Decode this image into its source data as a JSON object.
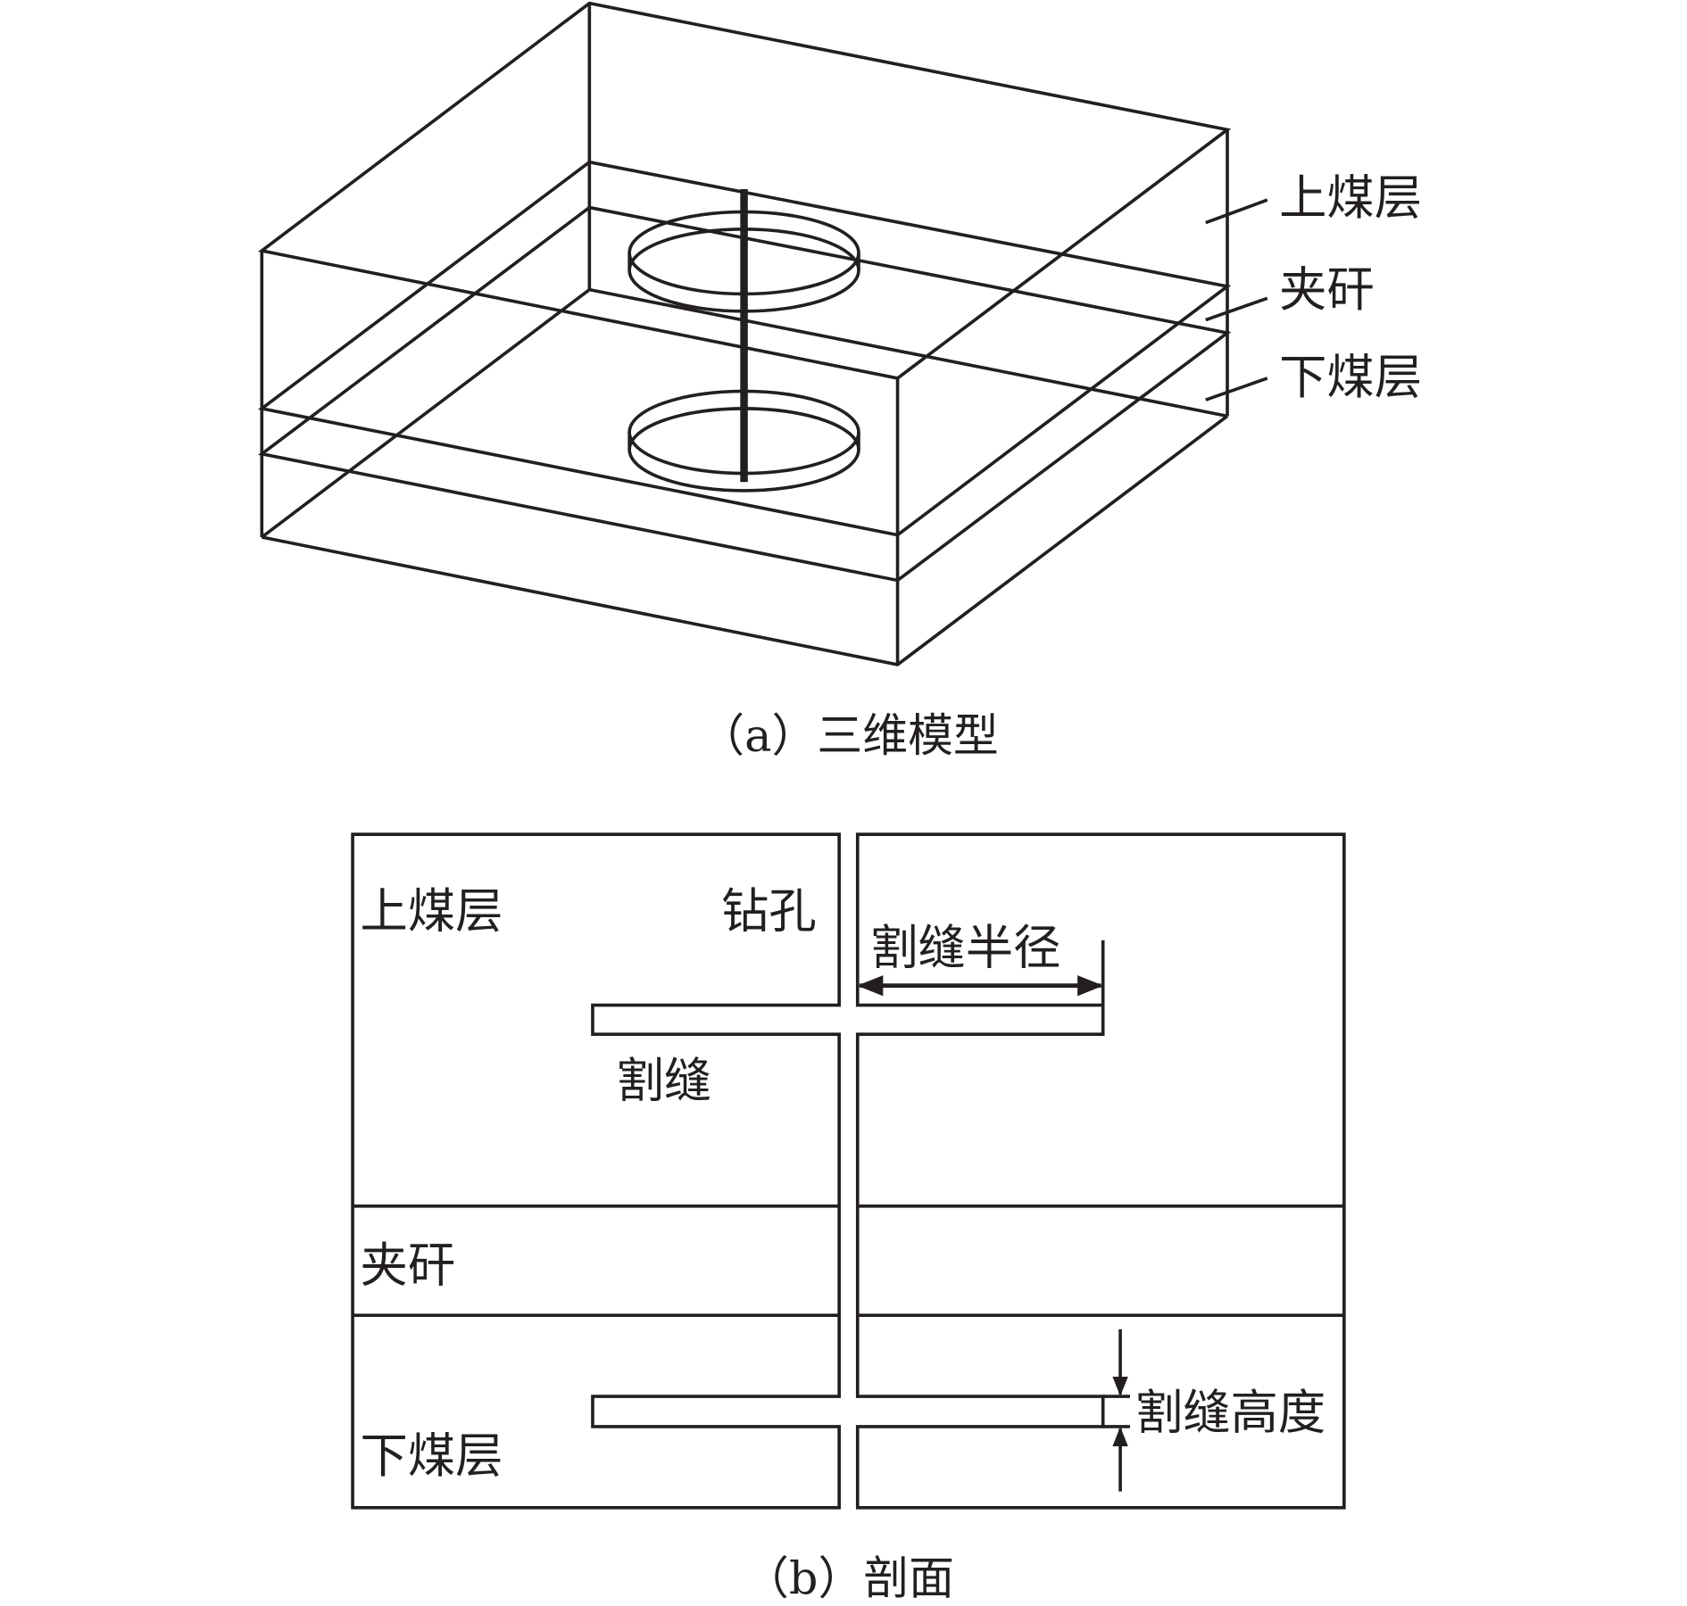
{
  "figure_a": {
    "labels": {
      "upper_coal": "上煤层",
      "parting": "夹矸",
      "lower_coal": "下煤层"
    },
    "caption": "（a）三维模型"
  },
  "figure_b": {
    "labels": {
      "upper_coal": "上煤层",
      "borehole": "钻孔",
      "slot_radius": "割缝半径",
      "slot": "割缝",
      "parting": "夹矸",
      "slot_height": "割缝高度",
      "lower_coal": "下煤层"
    },
    "caption": "（b）剖面"
  },
  "colors": {
    "line": "#231f20",
    "background": "#ffffff"
  }
}
